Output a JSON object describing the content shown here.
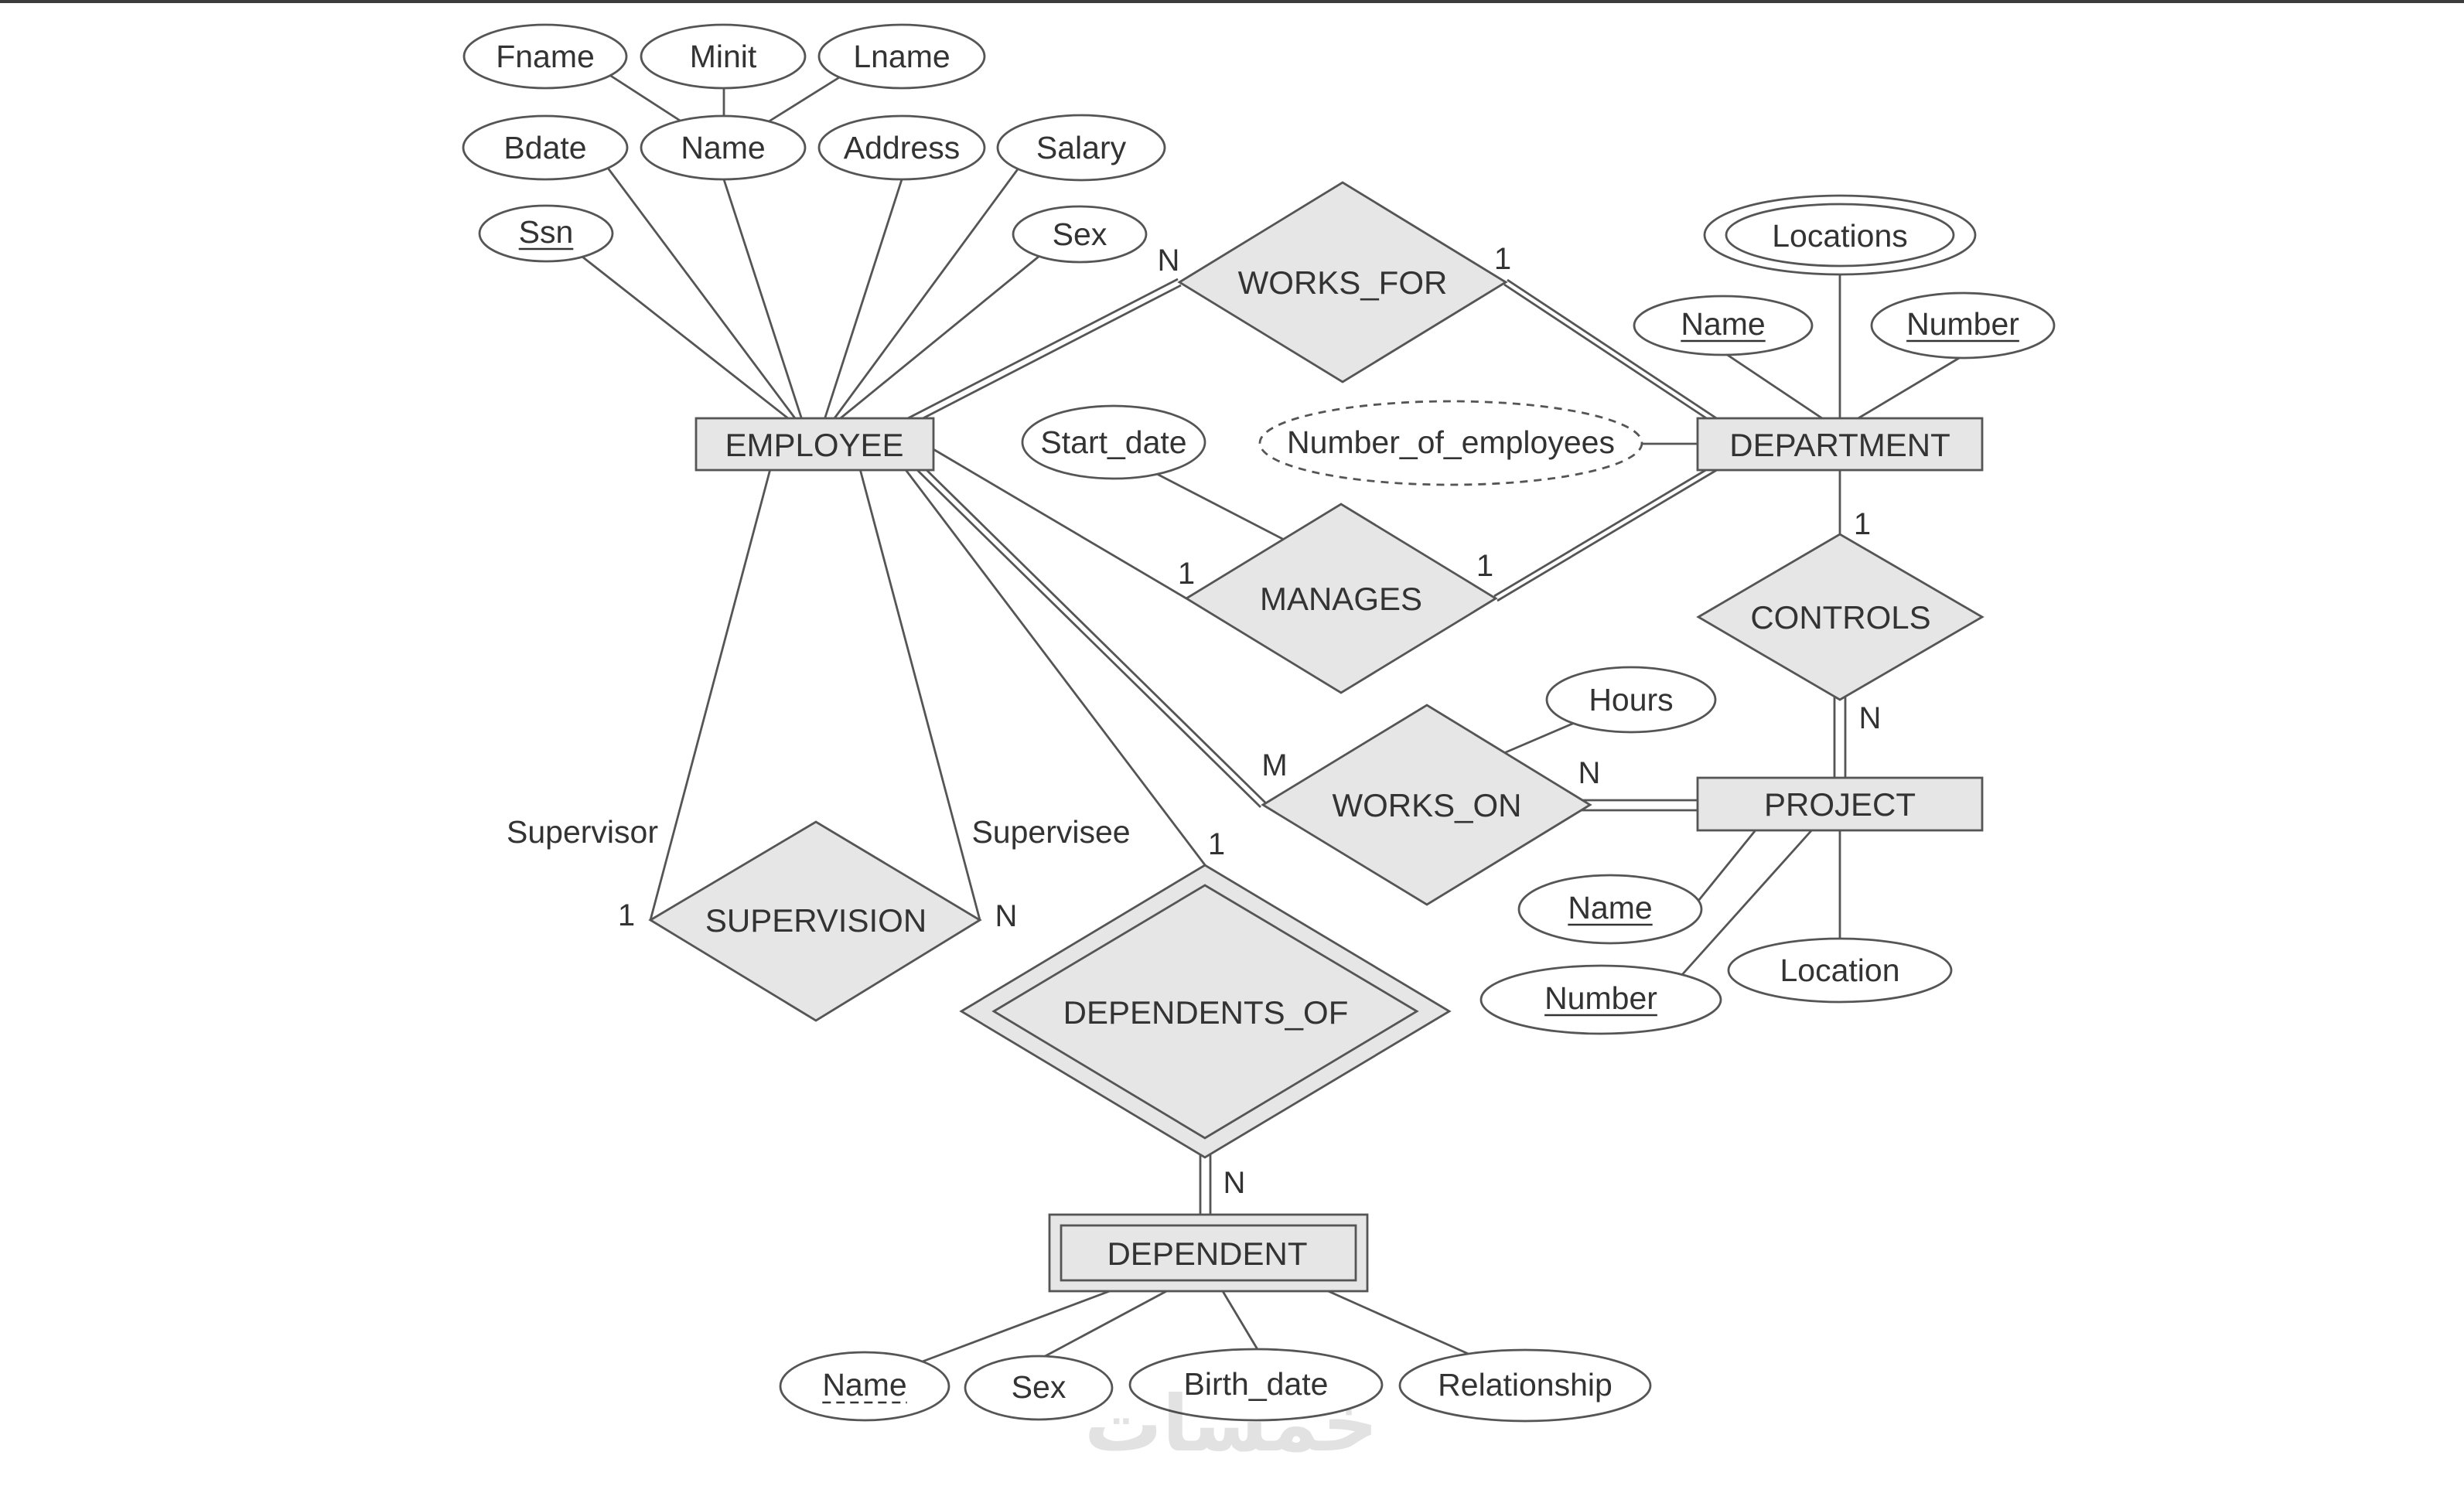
{
  "colors": {
    "background": "#ffffff",
    "top_bar": "#3c3c3c",
    "stroke": "#555555",
    "entity_fill": "#e6e6e6",
    "attribute_fill": "#ffffff",
    "text": "#333333",
    "watermark": "#e2e2e2"
  },
  "entities": {
    "employee": {
      "label": "EMPLOYEE",
      "kind": "strong"
    },
    "department": {
      "label": "DEPARTMENT",
      "kind": "strong"
    },
    "project": {
      "label": "PROJECT",
      "kind": "strong"
    },
    "dependent": {
      "label": "DEPENDENT",
      "kind": "weak"
    }
  },
  "attributes": {
    "employee": {
      "name": {
        "label": "Name",
        "kind": "composite",
        "components": {
          "fname": {
            "label": "Fname",
            "kind": "simple"
          },
          "minit": {
            "label": "Minit",
            "kind": "simple"
          },
          "lname": {
            "label": "Lname",
            "kind": "simple"
          }
        }
      },
      "bdate": {
        "label": "Bdate",
        "kind": "simple"
      },
      "address": {
        "label": "Address",
        "kind": "simple"
      },
      "salary": {
        "label": "Salary",
        "kind": "simple"
      },
      "ssn": {
        "label": "Ssn",
        "kind": "key"
      },
      "sex": {
        "label": "Sex",
        "kind": "simple"
      }
    },
    "department": {
      "locations": {
        "label": "Locations",
        "kind": "multivalued"
      },
      "name": {
        "label": "Name",
        "kind": "key"
      },
      "number": {
        "label": "Number",
        "kind": "key"
      },
      "number_of_employees": {
        "label": "Number_of_employees",
        "kind": "derived"
      }
    },
    "project": {
      "name": {
        "label": "Name",
        "kind": "key"
      },
      "number": {
        "label": "Number",
        "kind": "key"
      },
      "location": {
        "label": "Location",
        "kind": "simple"
      }
    },
    "dependent": {
      "name": {
        "label": "Name",
        "kind": "partial_key"
      },
      "sex": {
        "label": "Sex",
        "kind": "simple"
      },
      "birth_date": {
        "label": "Birth_date",
        "kind": "simple"
      },
      "relationship": {
        "label": "Relationship",
        "kind": "simple"
      }
    }
  },
  "relationships": {
    "works_for": {
      "label": "WORKS_FOR",
      "kind": "regular",
      "employee": {
        "cardinality": "N",
        "participation": "total"
      },
      "department": {
        "cardinality": "1",
        "participation": "total"
      }
    },
    "manages": {
      "label": "MANAGES",
      "kind": "regular",
      "employee": {
        "cardinality": "1",
        "participation": "partial"
      },
      "department": {
        "cardinality": "1",
        "participation": "total"
      },
      "attributes": {
        "start_date": {
          "label": "Start_date",
          "kind": "simple"
        }
      }
    },
    "works_on": {
      "label": "WORKS_ON",
      "kind": "regular",
      "employee": {
        "cardinality": "M",
        "participation": "total"
      },
      "project": {
        "cardinality": "N",
        "participation": "total"
      },
      "attributes": {
        "hours": {
          "label": "Hours",
          "kind": "simple"
        }
      }
    },
    "controls": {
      "label": "CONTROLS",
      "kind": "regular",
      "department": {
        "cardinality": "1",
        "participation": "partial"
      },
      "project": {
        "cardinality": "N",
        "participation": "total"
      }
    },
    "supervision": {
      "label": "SUPERVISION",
      "kind": "recursive",
      "supervisor": {
        "role": "Supervisor",
        "cardinality": "1",
        "participation": "partial"
      },
      "supervisee": {
        "role": "Supervisee",
        "cardinality": "N",
        "participation": "partial"
      }
    },
    "dependents_of": {
      "label": "DEPENDENTS_OF",
      "kind": "identifying",
      "employee": {
        "cardinality": "1",
        "participation": "partial"
      },
      "dependent": {
        "cardinality": "N",
        "participation": "total"
      }
    }
  },
  "watermark": {
    "text": "خمسات"
  }
}
